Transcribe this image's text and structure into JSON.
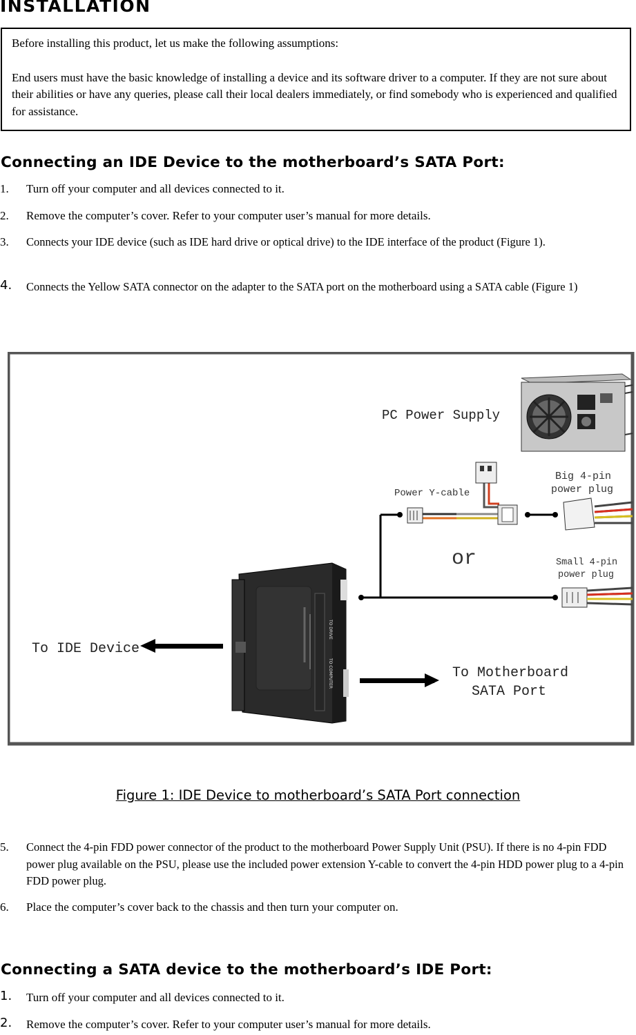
{
  "title": "INSTALLATION",
  "notice": {
    "line1": "Before installing this product, let us make the following assumptions:",
    "line2": "End users must have the basic knowledge of installing a device and its software driver to a computer. If they are not sure about their abilities or have any queries, please call their local dealers immediately, or find somebody who is experienced and qualified for assistance."
  },
  "section1": {
    "heading": "Connecting an IDE Device to the motherboard’s SATA Port:",
    "steps": [
      {
        "num": "1.",
        "text": "Turn off your computer and all devices connected to it."
      },
      {
        "num": "2.",
        "text": "Remove the computer’s cover. Refer to your computer user’s manual for more details."
      },
      {
        "num": "3.",
        "text": "Connects your IDE device (such as IDE hard drive or optical drive) to the IDE interface of the product (Figure 1)."
      },
      {
        "num": "4.",
        "text": "Connects the Yellow SATA connector on the adapter to the SATA port on the motherboard using a SATA cable (Figure 1)"
      }
    ]
  },
  "figure": {
    "labels": {
      "psu": "PC Power Supply",
      "ycable": "Power Y-cable",
      "big_plug_1": "Big 4-pin",
      "big_plug_2": "power plug",
      "or": "or",
      "small_plug_1": "Small 4-pin",
      "small_plug_2": "power plug",
      "ide": "To IDE Device",
      "mobo_1": "To Motherboard",
      "mobo_2": "SATA Port",
      "to_drive": "TO DRIVE",
      "to_computer": "TO COMPUTER"
    },
    "caption": "Figure 1: IDE Device to motherboard’s SATA Port connection"
  },
  "steps_after": [
    {
      "num": "5.",
      "text": "Connect the 4-pin FDD power connector of the product to the motherboard Power Supply Unit (PSU). If there is no 4-pin FDD power plug available on the PSU, please use the included power extension Y-cable to convert the 4-pin HDD power plug to a 4-pin FDD power plug."
    },
    {
      "num": "6.",
      "text": "Place the computer’s cover back to the chassis and then turn your computer on."
    }
  ],
  "section2": {
    "heading": "Connecting a SATA device to the motherboard’s IDE Port:",
    "steps": [
      {
        "num": "1.",
        "text": "Turn off your computer and all devices connected to it."
      },
      {
        "num": "2.",
        "text": "Remove the computer’s cover. Refer to your computer user’s manual for more details."
      }
    ]
  }
}
